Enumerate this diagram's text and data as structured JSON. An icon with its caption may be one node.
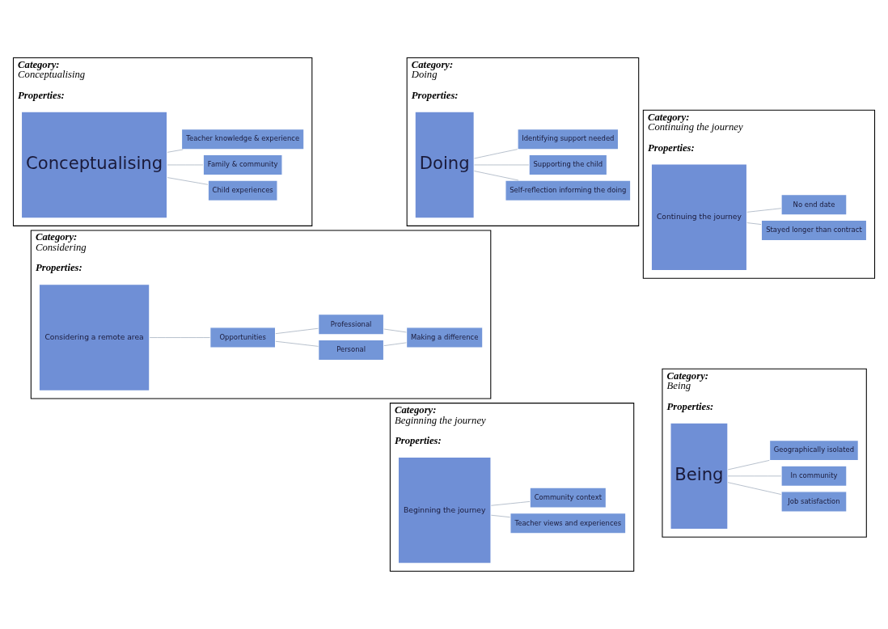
{
  "diagram": {
    "nodes": [
      {
        "text": [
          "Category:",
          "Considering",
          "Properties:"
        ]
      },
      {
        "text": [
          "Considering a remote area"
        ],
        "in": 0
      },
      {
        "text": [
          "Professional"
        ],
        "in": 0
      },
      {
        "text": [
          "Opportunities"
        ],
        "in": 0
      },
      {
        "text": [
          "Making a difference"
        ],
        "in": 0
      },
      {
        "text": [
          "Personal"
        ],
        "in": 0
      },
      {
        "text": [
          "Category:",
          "Beginning the journey",
          "Properties:"
        ]
      },
      {
        "text": [
          "Beginning the journey"
        ],
        "in": 6
      },
      {
        "text": [
          "Teacher views and experiences"
        ],
        "in": 6
      },
      {
        "text": [
          "Community context"
        ],
        "in": 6
      },
      {
        "text": [
          "Category:",
          "Being",
          "Properties:"
        ]
      },
      {
        "text": [
          "Being"
        ],
        "in": 10
      },
      {
        "text": [
          "Job satisfaction"
        ],
        "in": 10
      },
      {
        "text": [
          "In community"
        ],
        "in": 10
      },
      {
        "text": [
          "Geographically isolated"
        ],
        "in": 10
      },
      {
        "text": [
          "Category:",
          "Conceptualising",
          "Properties:"
        ]
      },
      {
        "text": [
          "Conceptualising"
        ],
        "in": 15
      },
      {
        "text": [
          "Child experiences"
        ],
        "in": 15
      },
      {
        "text": [
          "Family & community"
        ],
        "in": 15
      },
      {
        "text": [
          "Teacher knowledge & experience"
        ],
        "in": 15
      },
      {
        "text": [
          "Category:",
          "Doing",
          "Properties:"
        ]
      },
      {
        "text": [
          "Doing"
        ],
        "in": 20
      },
      {
        "text": [
          "Self-reflection informing the doing"
        ],
        "in": 20
      },
      {
        "text": [
          "Supporting the child"
        ],
        "in": 20
      },
      {
        "text": [
          "Identifying support needed"
        ],
        "in": 20
      },
      {
        "text": [
          "Category:",
          "Continuing the journey",
          "Properties:"
        ]
      },
      {
        "text": [
          "Continuing the journey"
        ],
        "in": 25
      },
      {
        "text": [
          "Stayed longer than contract"
        ],
        "in": 25
      },
      {
        "text": [
          "No end date"
        ],
        "in": 25
      }
    ],
    "edges": [
      {
        "from": 1,
        "to": 3,
        "arrow": "none"
      },
      {
        "from": 3,
        "to": 2,
        "arrow": "none"
      },
      {
        "from": 3,
        "to": 5,
        "arrow": "none"
      },
      {
        "from": 2,
        "to": 4,
        "arrow": "none"
      },
      {
        "from": 5,
        "to": 4,
        "arrow": "none"
      },
      {
        "from": 7,
        "to": 8,
        "arrow": "none"
      },
      {
        "from": 7,
        "to": 9,
        "arrow": "none"
      },
      {
        "from": 11,
        "to": 12,
        "arrow": "none"
      },
      {
        "from": 11,
        "to": 13,
        "arrow": "none"
      },
      {
        "from": 11,
        "to": 14,
        "arrow": "none"
      },
      {
        "from": 16,
        "to": 17,
        "arrow": "none"
      },
      {
        "from": 16,
        "to": 18,
        "arrow": "none"
      },
      {
        "from": 16,
        "to": 19,
        "arrow": "none"
      },
      {
        "from": 21,
        "to": 22,
        "arrow": "none"
      },
      {
        "from": 21,
        "to": 23,
        "arrow": "none"
      },
      {
        "from": 21,
        "to": 24,
        "arrow": "none"
      },
      {
        "from": 26,
        "to": 27,
        "arrow": "none"
      },
      {
        "from": 26,
        "to": 28,
        "arrow": "none"
      }
    ]
  }
}
